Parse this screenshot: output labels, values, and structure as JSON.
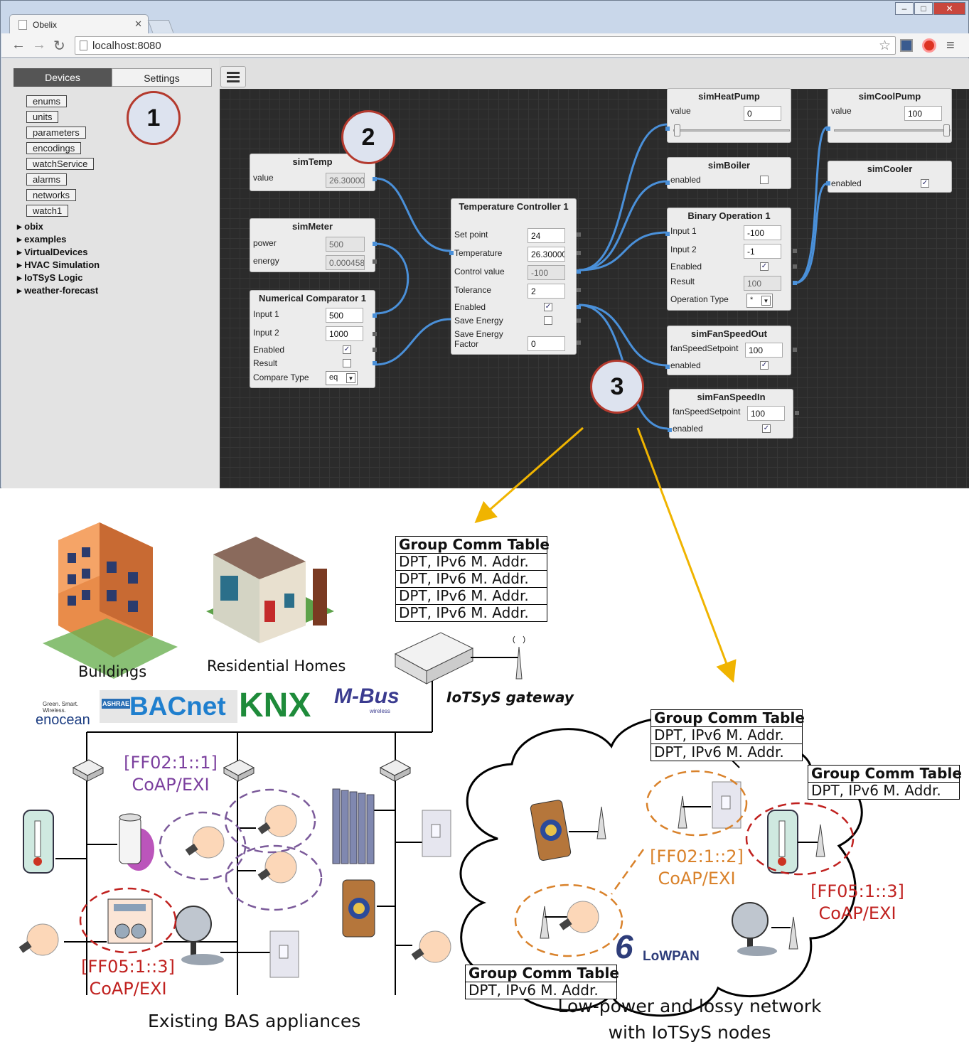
{
  "browser": {
    "tab_title": "Obelix",
    "url": "localhost:8080",
    "window_buttons": [
      "–",
      "□",
      "✕"
    ]
  },
  "sidebar": {
    "tabs": [
      "Devices",
      "Settings"
    ],
    "buttons": [
      "enums",
      "units",
      "parameters",
      "encodings",
      "watchService",
      "alarms",
      "networks",
      "watch1"
    ],
    "tree": [
      "obix",
      "examples",
      "VirtualDevices",
      "HVAC Simulation",
      "IoTSyS Logic",
      "weather-forecast"
    ]
  },
  "badges": [
    "1",
    "2",
    "3"
  ],
  "nodes": {
    "simTemp": {
      "title": "simTemp",
      "value_label": "value",
      "value": "26.30000"
    },
    "simMeter": {
      "title": "simMeter",
      "power_label": "power",
      "power": "500",
      "energy_label": "energy",
      "energy": "0.000458"
    },
    "comparator": {
      "title": "Numerical Comparator 1",
      "input1_label": "Input 1",
      "input1": "500",
      "input2_label": "Input 2",
      "input2": "1000",
      "enabled_label": "Enabled",
      "result_label": "Result",
      "type_label": "Compare Type",
      "type": "eq"
    },
    "controller": {
      "title": "Temperature Controller 1",
      "setpoint_label": "Set point",
      "setpoint": "24",
      "temperature_label": "Temperature",
      "temperature": "26.30000",
      "control_label": "Control value",
      "control": "-100",
      "tolerance_label": "Tolerance",
      "tolerance": "2",
      "enabled_label": "Enabled",
      "save_label": "Save Energy",
      "factor_label": "Save Energy Factor",
      "factor": "0"
    },
    "simHeatPump": {
      "title": "simHeatPump",
      "value_label": "value",
      "value": "0",
      "level": 0
    },
    "simBoiler": {
      "title": "simBoiler",
      "enabled_label": "enabled"
    },
    "binaryOp": {
      "title": "Binary Operation 1",
      "input1_label": "Input 1",
      "input1": "-100",
      "input2_label": "Input 2",
      "input2": "-1",
      "enabled_label": "Enabled",
      "result_label": "Result",
      "result": "100",
      "type_label": "Operation Type",
      "type": "*"
    },
    "simFanSpeedOut": {
      "title": "simFanSpeedOut",
      "setpoint_label": "fanSpeedSetpoint",
      "setpoint": "100",
      "enabled_label": "enabled"
    },
    "simFanSpeedIn": {
      "title": "simFanSpeedIn",
      "setpoint_label": "fanSpeedSetpoint",
      "setpoint": "100",
      "enabled_label": "enabled"
    },
    "simCoolPump": {
      "title": "simCoolPump",
      "value_label": "value",
      "value": "100",
      "level": 1
    },
    "simCooler": {
      "title": "simCooler",
      "enabled_label": "enabled"
    }
  },
  "diagram": {
    "gct_header": "Group Comm Table",
    "gct_row": "DPT, IPv6 M. Addr.",
    "buildings": "Buildings",
    "homes": "Residential Homes",
    "gateway": "IoTSyS gateway",
    "logos": {
      "enocean_tag": "Green. Smart. Wireless.",
      "enocean": "enocean",
      "ashrae": "ASHRAE",
      "bacnet": "BACnet",
      "knx": "KNX",
      "mbus": "M-Bus",
      "mbus_sub": "wireless",
      "lowpan": "LoWPAN"
    },
    "addr1_a": "[FF02:1::1]",
    "addr1_b": "CoAP/EXI",
    "addr2_a": "[FF05:1::3]",
    "addr2_b": "CoAP/EXI",
    "addr3_a": "[FF02:1::2]",
    "addr3_b": "CoAP/EXI",
    "addr4_a": "[FF05:1::3]",
    "addr4_b": "CoAP/EXI",
    "bas_caption": "Existing BAS appliances",
    "lln_caption_1": "Low-power and lossy network",
    "lln_caption_2": "with IoTSyS nodes",
    "colors": {
      "purple": "#7b3f9e",
      "orange": "#d9822b",
      "red": "#c0211f",
      "wire": "#4a90d9",
      "arrow": "#f0b400"
    }
  }
}
